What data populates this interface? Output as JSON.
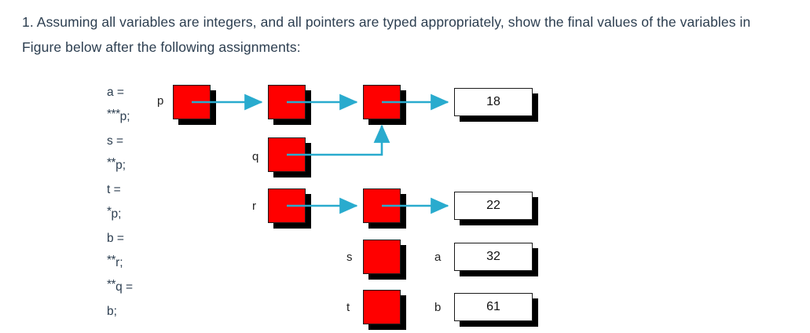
{
  "question": {
    "text": "1. Assuming all variables are integers, and all pointers are typed appropriately, show the final values of the variables in Figure below after the following assignments:"
  },
  "assignments": [
    {
      "lhs": "a =",
      "rhs_stars": "***",
      "rhs": "p;"
    },
    {
      "lhs": "s =",
      "rhs_stars": "**",
      "rhs": "p;"
    },
    {
      "lhs": "t =",
      "rhs_stars": "*",
      "rhs": "p;"
    },
    {
      "lhs": "b =",
      "rhs_stars": "**",
      "rhs": "r;"
    },
    {
      "lhs_stars": "**",
      "lhs": "q =",
      "rhs": "b;"
    }
  ],
  "figure": {
    "labels": {
      "p": "p",
      "q": "q",
      "r": "r",
      "s": "s",
      "t": "t",
      "a": "a",
      "b": "b"
    },
    "values": {
      "p_chain": "18",
      "r_chain": "22",
      "a": "32",
      "b": "61"
    },
    "colors": {
      "cell_fill": "#ff0000",
      "cell_border": "#1a1a1a",
      "shadow": "#000000",
      "arrow": "#29abce",
      "value_fill": "#ffffff",
      "text": "#2c3e50"
    }
  }
}
